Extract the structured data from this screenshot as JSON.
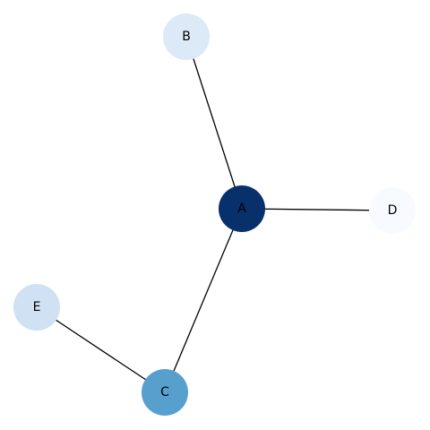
{
  "graph": {
    "nodes": [
      {
        "id": "A",
        "label": "A",
        "color": "#08306b"
      },
      {
        "id": "B",
        "label": "B",
        "color": "#dce9f6"
      },
      {
        "id": "C",
        "label": "C",
        "color": "#57a0ce"
      },
      {
        "id": "D",
        "label": "D",
        "color": "#f7fbff"
      },
      {
        "id": "E",
        "label": "E",
        "color": "#cfe1f2"
      }
    ],
    "edges": [
      {
        "source": "A",
        "target": "B"
      },
      {
        "source": "A",
        "target": "C"
      },
      {
        "source": "A",
        "target": "D"
      },
      {
        "source": "C",
        "target": "E"
      }
    ]
  }
}
